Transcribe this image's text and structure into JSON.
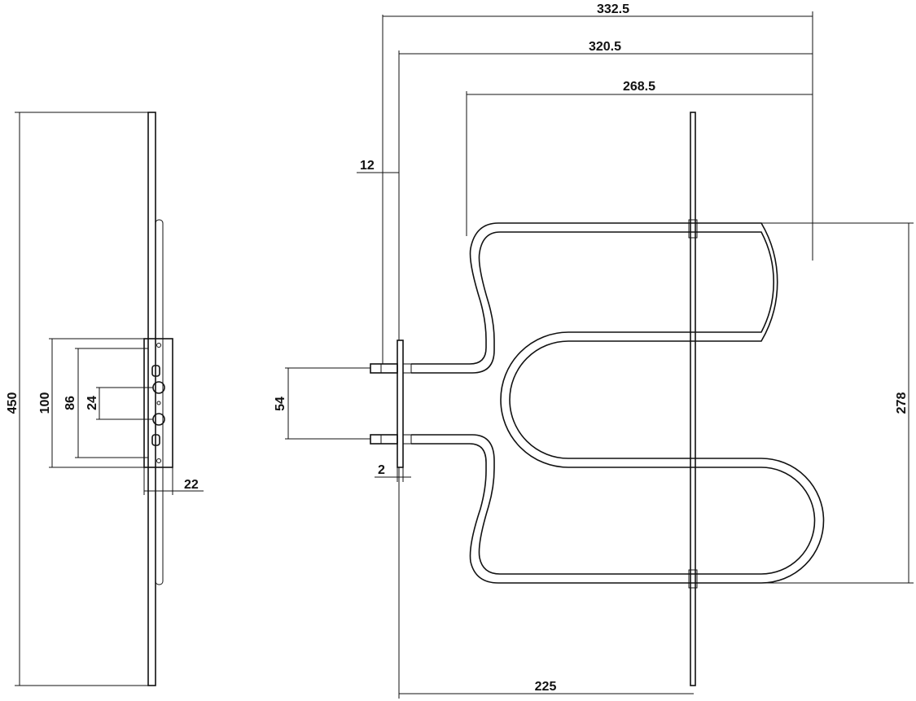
{
  "side_view": {
    "overall_length": "450",
    "flange_height": "100",
    "hole_pitch_outer": "86",
    "hole_pitch_inner": "24",
    "flange_depth": "22"
  },
  "front_view": {
    "overall_width": "332.5",
    "body_width": "320.5",
    "loop_width": "268.5",
    "terminal_offset": "12",
    "terminal_spacing": "54",
    "flange_thickness": "2",
    "element_height": "278",
    "bracket_position": "225"
  },
  "colors": {
    "line": "#111111",
    "background": "#ffffff"
  }
}
